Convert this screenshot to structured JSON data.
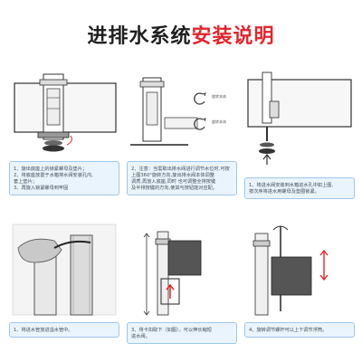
{
  "title": {
    "part1": "进排水系统",
    "part2": "安装说明"
  },
  "colors": {
    "title_dark": "#1f1f1f",
    "title_red": "#e1262d",
    "caption_bg": "#eaf4fc",
    "caption_border": "#9ec8ea"
  },
  "panels": [
    {
      "lines": [
        "1、旋出底座上的锁紧螺母及垫片；",
        "2、将底座放置于水箱排水阀安装孔内,",
        "套上垫片；",
        "3、再旋入锁紧螺母到牢固"
      ]
    },
    {
      "lines": [
        "2、注意：当需取出排水阀进行调节水位时,可按",
        "上图360°旋转方向,旋出排水阀本体调整",
        "调质,再放入底座,同时 也可调整全排按键",
        "及半排按键的方向,使其与按钮能对应配。"
      ],
      "labels": [
        "旋转本体",
        "旋转本体"
      ]
    },
    {
      "lines": [
        "1、将进水阀安装到水箱进水孔中如上图,",
        "按次序将进水用螺母及垫圈锁紧。"
      ]
    },
    {
      "lines": [
        "1、将进水管放进溢水管中。"
      ]
    },
    {
      "lines": [
        "3、将卡扣取下（如图），可以伸长缩短",
        "进水阀。"
      ]
    },
    {
      "lines": [
        "4、旋转调节螺杆可以上下调节浮筒。"
      ]
    }
  ]
}
